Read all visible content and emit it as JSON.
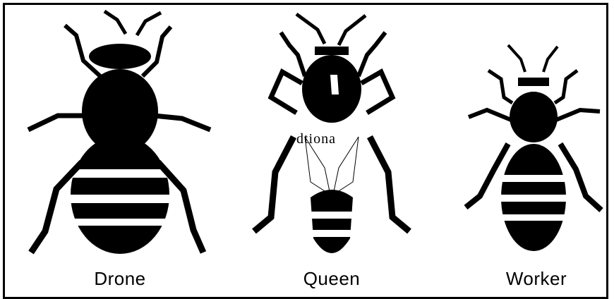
{
  "labels": {
    "drone": "Drone",
    "queen": "Queen",
    "worker": "Worker"
  },
  "watermark": "dtiona",
  "colors": {
    "ink": "#000000",
    "paper": "#ffffff"
  }
}
